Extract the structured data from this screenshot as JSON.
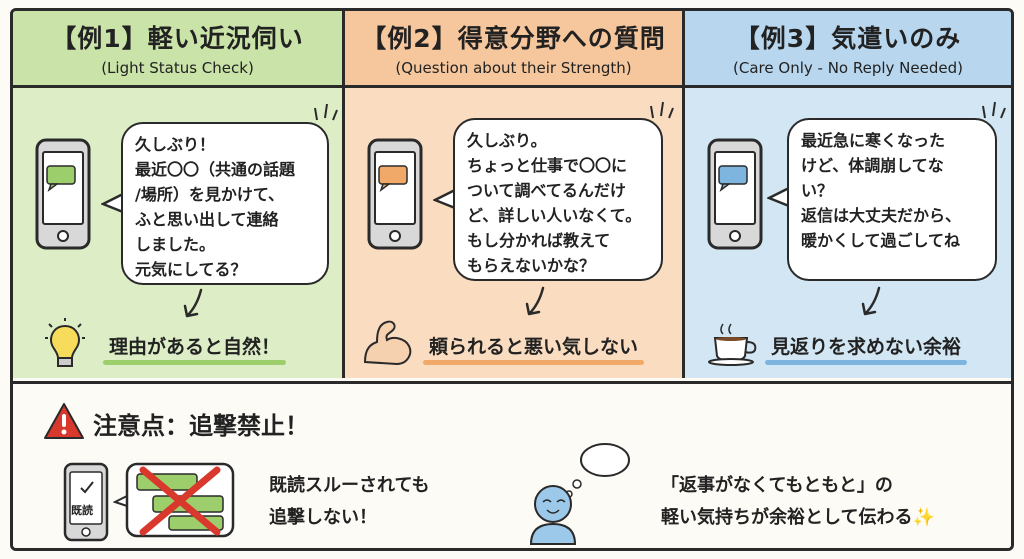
{
  "columns": [
    {
      "title": "【例1】軽い近況伺い",
      "subtitle": "(Light Status Check)",
      "message": "久しぶり！\n最近〇〇（共通の話題\n/場所）を見かけて、\nふと思い出して連絡\nしました。\n元気にしてる？",
      "caption": "理由があると自然！",
      "icon": "lightbulb-icon",
      "accent": "#7cb84a"
    },
    {
      "title": "【例2】得意分野への質問",
      "subtitle": "(Question about their Strength)",
      "message": "久しぶり。\nちょっと仕事で〇〇に\nついて調べてるんだけ\nど、詳しい人いなくて。\nもし分かれば教えて\nもらえないかな？",
      "caption": "頼られると悪い気しない",
      "icon": "flexed-arm-icon",
      "accent": "#ef9a4e"
    },
    {
      "title": "【例3】気遣いのみ",
      "subtitle": "(Care Only - No Reply Needed)",
      "message": "最近急に寒くなった\nけど、体調崩してな\nい？\n返信は大丈夫だから、\n暖かくして過ごしてね",
      "caption": "見返りを求めない余裕",
      "icon": "coffee-cup-icon",
      "accent": "#5fa3d8"
    }
  ],
  "warning": {
    "title": "注意点：追撃禁止！",
    "icon": "warning-triangle-icon",
    "read_label": "既読",
    "left_text": "既読スルーされても\n追撃しない！",
    "right_text": "「返事がなくてもともと」の\n軽い気持ちが余裕として伝わる✨"
  },
  "colors": {
    "green": "#c9e3a8",
    "orange": "#f6c79d",
    "blue": "#b8d7ee",
    "warning_red": "#d9382c"
  }
}
